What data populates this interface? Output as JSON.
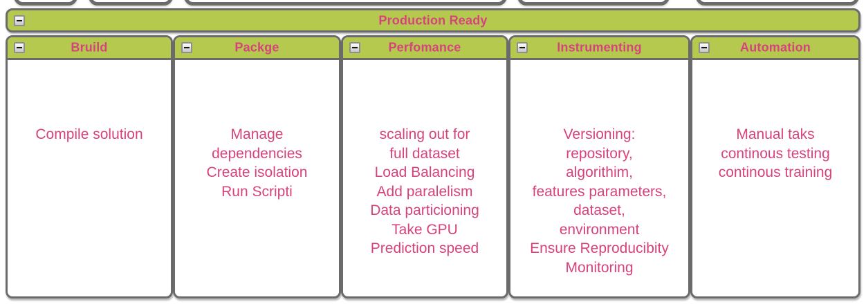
{
  "colors": {
    "node_fill_green": "#b5c94e",
    "text_pink": "#d6437c",
    "border_gray": "#6b6b6b",
    "background": "#ffffff"
  },
  "icons": {
    "collapse": "minus-icon"
  },
  "root_node": {
    "title": "Production Ready"
  },
  "columns": [
    {
      "title": "Bruild",
      "lines": [
        "Compile solution"
      ]
    },
    {
      "title": "Packge",
      "lines": [
        "Manage",
        "dependencies",
        "Create isolation",
        "Run Scripti"
      ]
    },
    {
      "title": "Perfomance",
      "lines": [
        "scaling out for",
        "full dataset",
        "Load Balancing",
        "Add paralelism",
        "Data particioning",
        "Take GPU",
        "Prediction speed"
      ]
    },
    {
      "title": "Instrumenting",
      "lines": [
        "Versioning:",
        "repository,",
        "algorithim,",
        "features parameters,",
        "dataset,",
        "environment",
        "Ensure Reproducibity",
        "Monitoring"
      ]
    },
    {
      "title": "Automation",
      "lines": [
        "Manual taks",
        "continous testing",
        "continous training"
      ]
    }
  ]
}
